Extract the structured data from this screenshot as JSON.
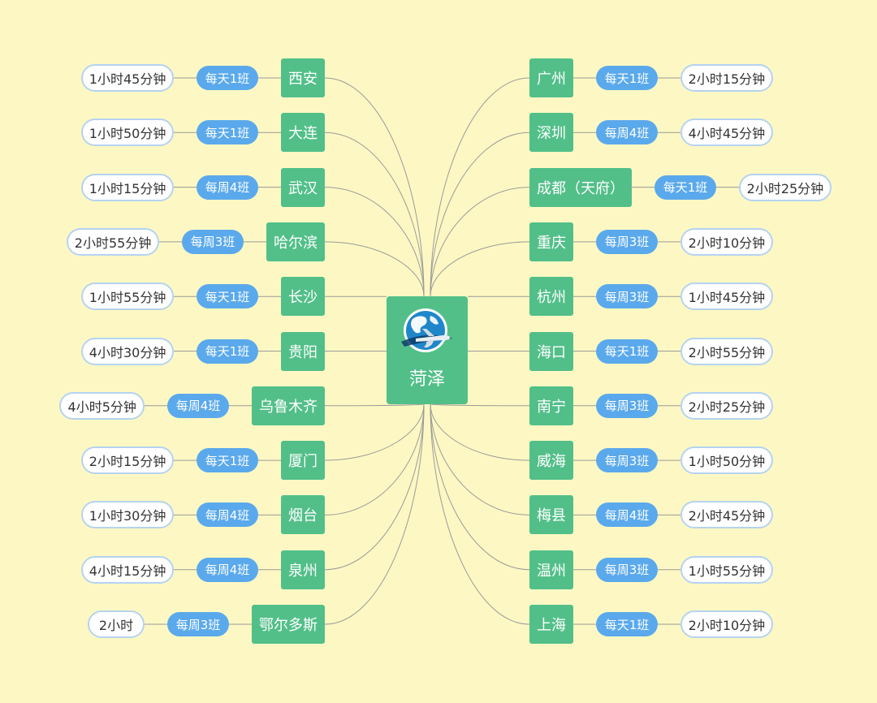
{
  "hub": {
    "name": "菏泽",
    "icon": "globe-airplane-icon"
  },
  "left_routes": [
    {
      "city": "西安",
      "frequency": "每天1班",
      "duration": "1小时45分钟"
    },
    {
      "city": "大连",
      "frequency": "每天1班",
      "duration": "1小时50分钟"
    },
    {
      "city": "武汉",
      "frequency": "每周4班",
      "duration": "1小时15分钟"
    },
    {
      "city": "哈尔滨",
      "frequency": "每周3班",
      "duration": "2小时55分钟"
    },
    {
      "city": "长沙",
      "frequency": "每天1班",
      "duration": "1小时55分钟"
    },
    {
      "city": "贵阳",
      "frequency": "每天1班",
      "duration": "4小时30分钟"
    },
    {
      "city": "乌鲁木齐",
      "frequency": "每周4班",
      "duration": "4小时5分钟"
    },
    {
      "city": "厦门",
      "frequency": "每天1班",
      "duration": "2小时15分钟"
    },
    {
      "city": "烟台",
      "frequency": "每周4班",
      "duration": "1小时30分钟"
    },
    {
      "city": "泉州",
      "frequency": "每周4班",
      "duration": "4小时15分钟"
    },
    {
      "city": "鄂尔多斯",
      "frequency": "每周3班",
      "duration": "2小时"
    }
  ],
  "right_routes": [
    {
      "city": "广州",
      "frequency": "每天1班",
      "duration": "2小时15分钟"
    },
    {
      "city": "深圳",
      "frequency": "每周4班",
      "duration": "4小时45分钟"
    },
    {
      "city": "成都（天府）",
      "frequency": "每天1班",
      "duration": "2小时25分钟"
    },
    {
      "city": "重庆",
      "frequency": "每周3班",
      "duration": "2小时10分钟"
    },
    {
      "city": "杭州",
      "frequency": "每周3班",
      "duration": "1小时45分钟"
    },
    {
      "city": "海口",
      "frequency": "每天1班",
      "duration": "2小时55分钟"
    },
    {
      "city": "南宁",
      "frequency": "每周3班",
      "duration": "2小时25分钟"
    },
    {
      "city": "威海",
      "frequency": "每周3班",
      "duration": "1小时50分钟"
    },
    {
      "city": "梅县",
      "frequency": "每周4班",
      "duration": "2小时45分钟"
    },
    {
      "city": "温州",
      "frequency": "每周3班",
      "duration": "1小时55分钟"
    },
    {
      "city": "上海",
      "frequency": "每天1班",
      "duration": "2小时10分钟"
    }
  ],
  "colors": {
    "background": "#fdf8c3",
    "city_node": "#52bf89",
    "frequency_pill": "#5aa9ec",
    "duration_border": "#b5d3f0",
    "connector": "#9a9a9a"
  }
}
